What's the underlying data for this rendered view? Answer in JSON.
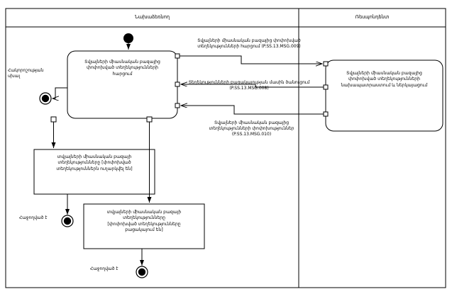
{
  "diagram": {
    "type": "uml-activity-diagram",
    "lanes": [
      {
        "id": "initiator",
        "title": "Նախաձեռնող"
      },
      {
        "id": "respondent",
        "title": "Ռեսպոնդենտ"
      }
    ],
    "activities": [
      {
        "id": "request-changed-info",
        "lane": "initiator",
        "text": "Տվյալների միասնական բազայից\nփոփոխված տեղեկությունների\nհարցում"
      },
      {
        "id": "prepare-and-present",
        "lane": "respondent",
        "text": "Տվյալների միասնական բազայից\nփոփոխված տեղեկությունների\nնախապատրաստում և ներկայացում"
      }
    ],
    "objects": [
      {
        "id": "object-info-sent",
        "text": "տվյալների միասնական բազայի\nտեղեկությունները [փոփոխված\nտեղեկություններն ուղարկվել են]"
      },
      {
        "id": "object-info-absent",
        "text": "տվյալների միասնական բազայի\nտեղեկությունները\n[փոփոխված տեղեկությունները\nբացակայում են]"
      }
    ],
    "messages": [
      {
        "id": "msg-009",
        "direction": "initiator-to-respondent",
        "text": "Տվյալների միասնական բազայից փոփոխված\nտեղեկությունների հարցում (P.SS.13.MSG.009)"
      },
      {
        "id": "msg-008",
        "direction": "respondent-to-initiator",
        "text": "Տեղեկությունների բացակայության մասին ծանուցում\n(P.SS.13.MSG.008)"
      },
      {
        "id": "msg-010",
        "direction": "respondent-to-initiator",
        "text": "Տվյալների միասնական բազայից\nտեղեկությունների փոփոխություններ\n(P.SS.13.MSG.010)"
      }
    ],
    "edge_labels": [
      {
        "id": "label-identification-error",
        "text": "Հակորոշության սխալ"
      },
      {
        "id": "label-success-left",
        "text": "Հաջողված է"
      },
      {
        "id": "label-success-bottom",
        "text": "Հաջողված է"
      }
    ],
    "nodes": [
      {
        "id": "initial-node",
        "kind": "initial"
      },
      {
        "id": "final-node-error",
        "kind": "final"
      },
      {
        "id": "final-node-success-left",
        "kind": "final"
      },
      {
        "id": "final-node-success-bottom",
        "kind": "final"
      }
    ],
    "colors": {
      "stroke": "#000000",
      "fill": "#ffffff",
      "background": "#ffffff"
    }
  }
}
